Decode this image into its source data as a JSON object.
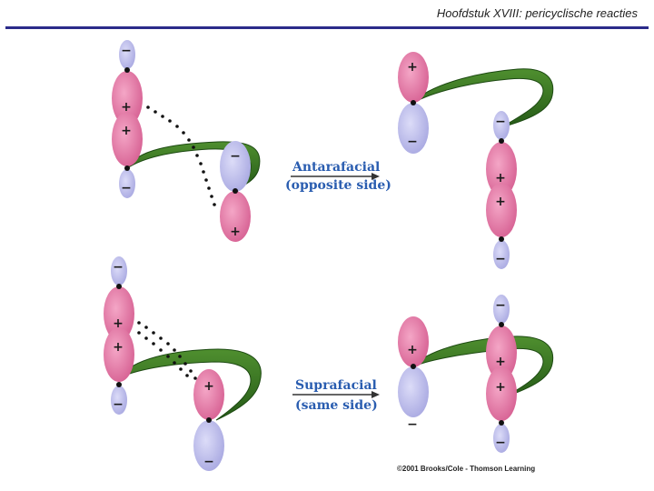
{
  "header": {
    "title": "Hoofdstuk XVIII: pericyclische reacties"
  },
  "panels": {
    "antarafacial": {
      "title": "Antarafacial",
      "subtitle": "(opposite side)"
    },
    "suprafacial": {
      "title": "Suprafacial",
      "subtitle": "(same side)"
    }
  },
  "signs": {
    "plus": "+",
    "minus": "−"
  },
  "footer": {
    "credit": "©2001 Brooks/Cole - Thomson Learning"
  },
  "colors": {
    "pink_lobe": "#e0709e",
    "blue_lobe": "#b9b9ea",
    "ribbon": "#2f6e1e",
    "header_rule": "#2b2b8a",
    "label": "#2a5db0"
  }
}
